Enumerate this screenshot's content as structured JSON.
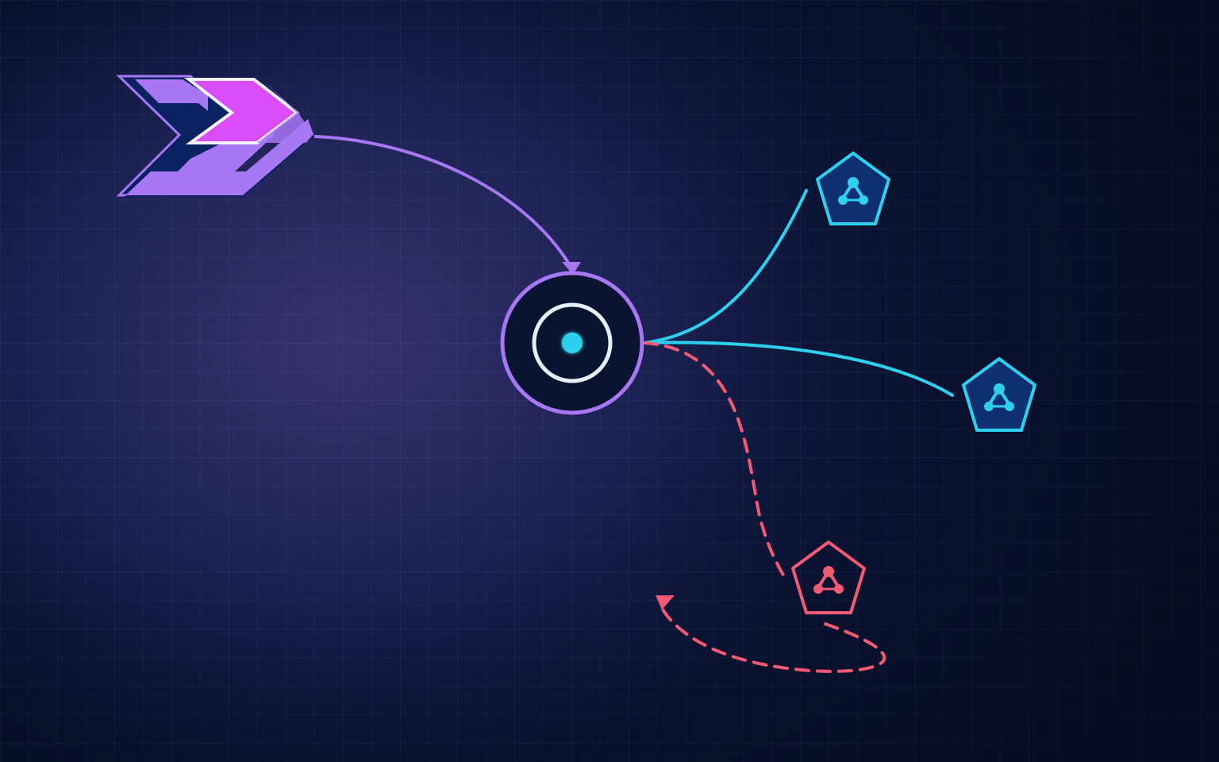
{
  "colors": {
    "primary": "#a777f5",
    "accent_magenta": "#d94cf7",
    "dark_fill": "#0b2260",
    "core_fill": "#0a1430",
    "ring": "#e8eefc",
    "active": "#2dd0ee",
    "alert": "#f25a73",
    "node_fill": "#0e2f70"
  },
  "nodes": [
    {
      "id": "source-chevron",
      "icon": "chevron-icon",
      "status": "source"
    },
    {
      "id": "hub",
      "icon": "target-icon",
      "status": "hub"
    },
    {
      "id": "node-1",
      "icon": "network-icon",
      "status": "connected"
    },
    {
      "id": "node-2",
      "icon": "network-icon",
      "status": "connected"
    },
    {
      "id": "node-3",
      "icon": "network-icon",
      "status": "failed"
    }
  ],
  "edges": [
    {
      "from": "source-chevron",
      "to": "hub",
      "style": "solid",
      "color": "primary",
      "arrow": true
    },
    {
      "from": "hub",
      "to": "node-1",
      "style": "solid",
      "color": "active",
      "arrow": false
    },
    {
      "from": "hub",
      "to": "node-2",
      "style": "solid",
      "color": "active",
      "arrow": false
    },
    {
      "from": "hub",
      "to": "node-3",
      "style": "dashed",
      "color": "alert",
      "arrow": true
    }
  ]
}
